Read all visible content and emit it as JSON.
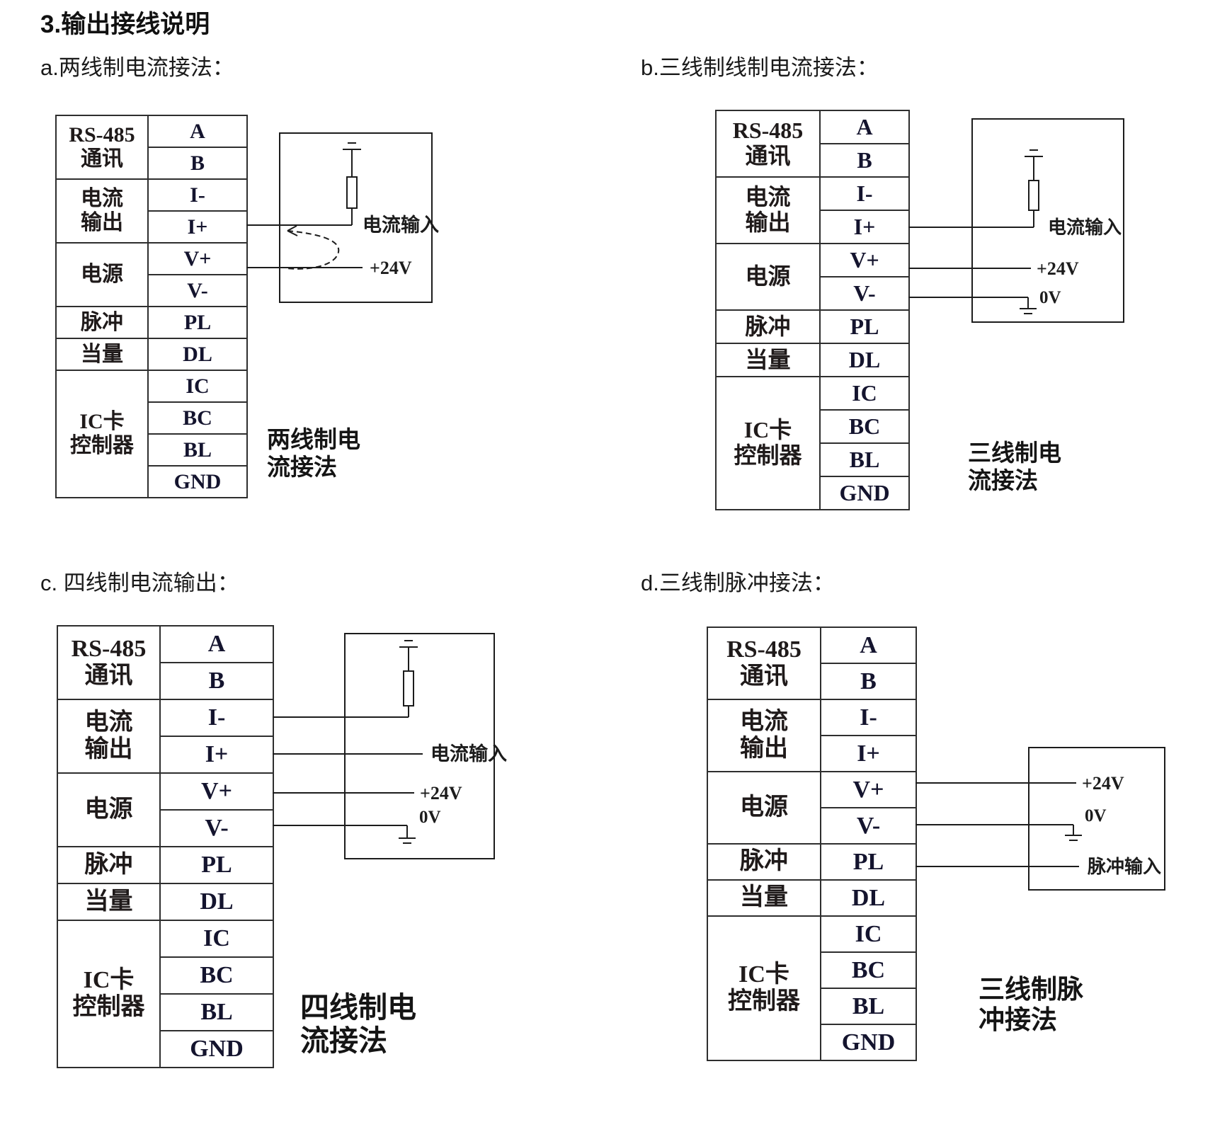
{
  "page": {
    "title": "3.输出接线说明"
  },
  "colors": {
    "ink": "#1c1c1c",
    "pin_text": "#14142e",
    "background": "#ffffff"
  },
  "terminal_table": {
    "groups": [
      {
        "lines": [
          "RS-485",
          "通讯"
        ],
        "pins": [
          "A",
          "B"
        ]
      },
      {
        "lines": [
          "电流",
          "输出"
        ],
        "pins": [
          "I-",
          "I+"
        ]
      },
      {
        "lines": [
          "电源"
        ],
        "pins": [
          "V+",
          "V-"
        ]
      },
      {
        "lines": [
          "脉冲"
        ],
        "pins": [
          "PL"
        ]
      },
      {
        "lines": [
          "当量"
        ],
        "pins": [
          "DL"
        ]
      },
      {
        "lines": [
          "IC卡",
          "控制器"
        ],
        "pins": [
          "IC",
          "BC",
          "BL",
          "GND"
        ]
      }
    ]
  },
  "sections": {
    "a": {
      "heading": "a.两线制电流接法：",
      "caption": [
        "两线制电",
        "流接法"
      ],
      "labels": {
        "current_input": "电流输入",
        "v24": "+24V"
      }
    },
    "b": {
      "heading": "b.三线制线制电流接法：",
      "caption": [
        "三线制电",
        "流接法"
      ],
      "labels": {
        "current_input": "电流输入",
        "v24": "+24V",
        "v0": "0V"
      }
    },
    "c": {
      "heading": "c. 四线制电流输出：",
      "caption": [
        "四线制电",
        "流接法"
      ],
      "labels": {
        "current_input": "电流输入",
        "v24": "+24V",
        "v0": "0V"
      }
    },
    "d": {
      "heading": "d.三线制脉冲接法：",
      "caption": [
        "三线制脉",
        "冲接法"
      ],
      "labels": {
        "v24": "+24V",
        "v0": "0V",
        "pulse_input": "脉冲输入"
      }
    }
  }
}
